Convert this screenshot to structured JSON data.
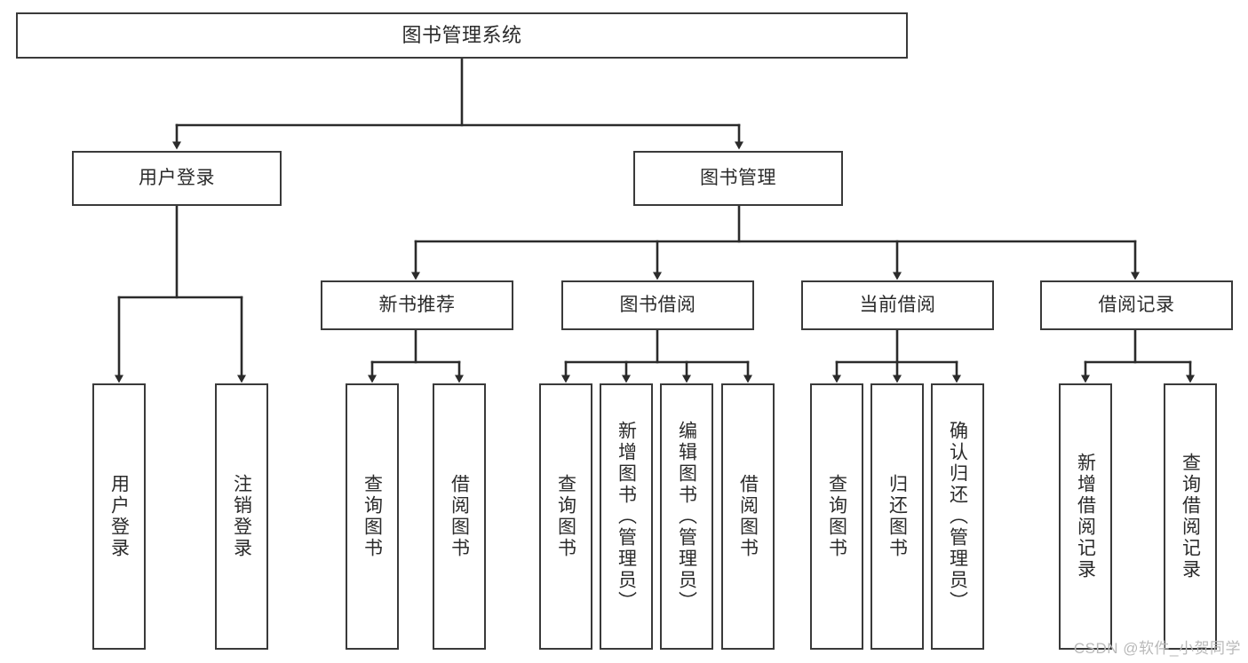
{
  "diagram": {
    "type": "tree-hierarchy",
    "title": "图书管理系统",
    "watermark": "CSDN @软件_小贺同学",
    "colors": {
      "box_border": "#3a3a3a",
      "box_fill": "#ffffff",
      "connector": "#2b2b2b",
      "text": "#2b2b2b",
      "watermark": "#b9b9b9"
    },
    "levels": {
      "root": {
        "label": "图书管理系统"
      },
      "level1": [
        {
          "label": "用户登录"
        },
        {
          "label": "图书管理"
        }
      ],
      "level2": [
        {
          "label": "新书推荐"
        },
        {
          "label": "图书借阅"
        },
        {
          "label": "当前借阅"
        },
        {
          "label": "借阅记录"
        }
      ],
      "leaves": {
        "user_login": [
          {
            "label": "用户登录"
          },
          {
            "label": "注销登录"
          }
        ],
        "new_book_recommend": [
          {
            "label": "查询图书"
          },
          {
            "label": "借阅图书"
          }
        ],
        "book_borrow": [
          {
            "label": "查询图书"
          },
          {
            "label": "新增图书（管理员）"
          },
          {
            "label": "编辑图书（管理员）"
          },
          {
            "label": "借阅图书"
          }
        ],
        "current_borrow": [
          {
            "label": "查询图书"
          },
          {
            "label": "归还图书"
          },
          {
            "label": "确认归还（管理员）"
          }
        ],
        "borrow_record": [
          {
            "label": "新增借阅记录"
          },
          {
            "label": "查询借阅记录"
          }
        ]
      }
    }
  }
}
